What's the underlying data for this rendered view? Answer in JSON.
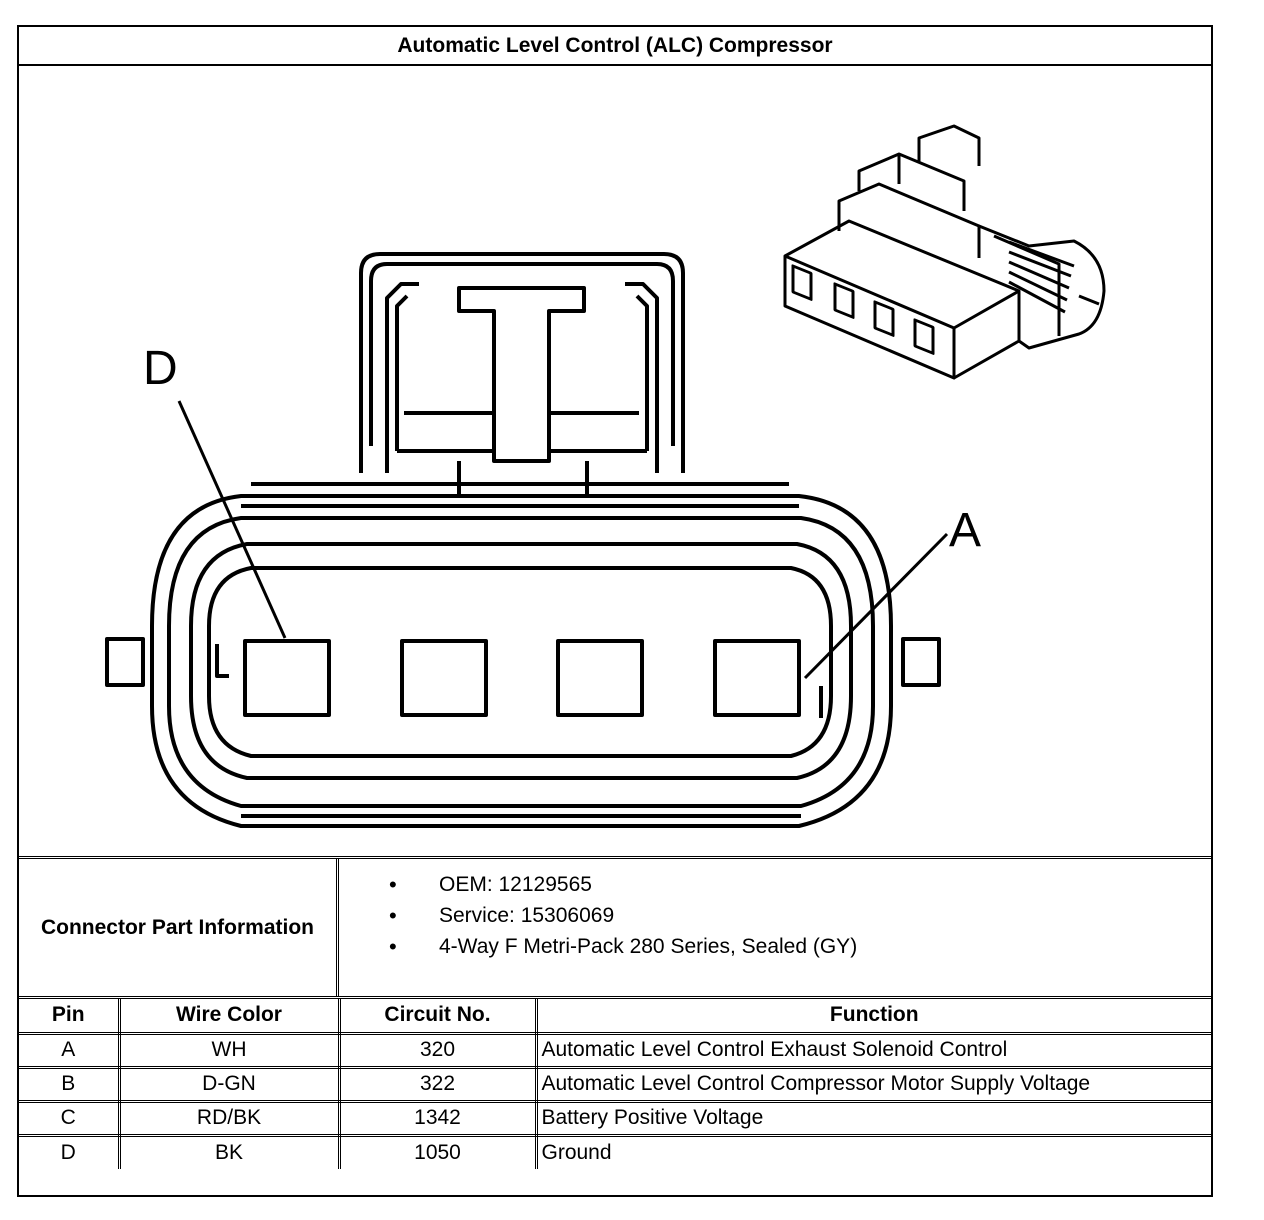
{
  "title": "Automatic Level Control (ALC) Compressor",
  "diagram": {
    "pin_callouts": [
      "D",
      "A"
    ]
  },
  "connector_part_information": {
    "label": "Connector Part Information",
    "items": [
      "OEM: 12129565",
      "Service: 15306069",
      "4-Way F Metri-Pack 280 Series, Sealed (GY)"
    ]
  },
  "pin_table": {
    "headers": [
      "Pin",
      "Wire Color",
      "Circuit No.",
      "Function"
    ],
    "rows": [
      {
        "pin": "A",
        "wire_color": "WH",
        "circuit": "320",
        "function": "Automatic Level Control Exhaust Solenoid Control"
      },
      {
        "pin": "B",
        "wire_color": "D-GN",
        "circuit": "322",
        "function": "Automatic Level Control Compressor Motor Supply Voltage"
      },
      {
        "pin": "C",
        "wire_color": "RD/BK",
        "circuit": "1342",
        "function": "Battery Positive Voltage"
      },
      {
        "pin": "D",
        "wire_color": "BK",
        "circuit": "1050",
        "function": "Ground"
      }
    ]
  }
}
